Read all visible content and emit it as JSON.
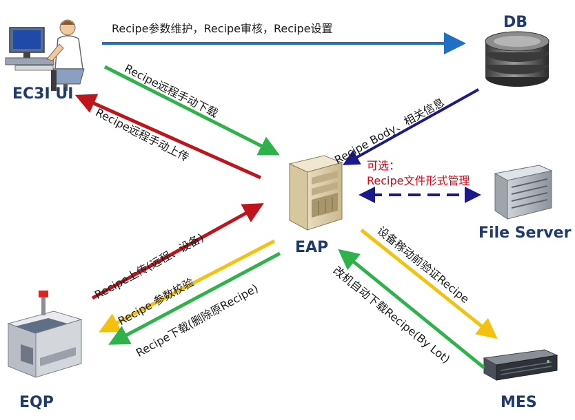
{
  "nodes": {
    "ec3i_ui": "EC3I UI",
    "db": "DB",
    "eap": "EAP",
    "file_server": "File Server",
    "eqp": "EQP",
    "mes": "MES"
  },
  "flows": {
    "ui_to_db": "Recipe参数维护，Recipe审核，Recipe设置",
    "ui_download": "Recipe远程手动下载",
    "ui_upload": "Recipe远程手动上传",
    "db_eap": "Recipe Body、相关信息",
    "eqp_upload": "Recipe上传(远程、设备)",
    "eqp_verify": "Recipe 参数校验",
    "eap_download": "Recipe下载(删除原Recipe)",
    "mes_verify": "设备稼动前验证Recipe",
    "mes_download": "改机自动下载Recipe(By Lot)"
  },
  "note": {
    "line1": "可选：",
    "line2": "Recipe文件形式管理"
  },
  "colors": {
    "blue": "#1f6fc5",
    "green": "#2eb34a",
    "red": "#c0141c",
    "yellow": "#f4c20d",
    "navy": "#1a1a8c",
    "label": "#1f3a6e",
    "note": "#e60012"
  }
}
